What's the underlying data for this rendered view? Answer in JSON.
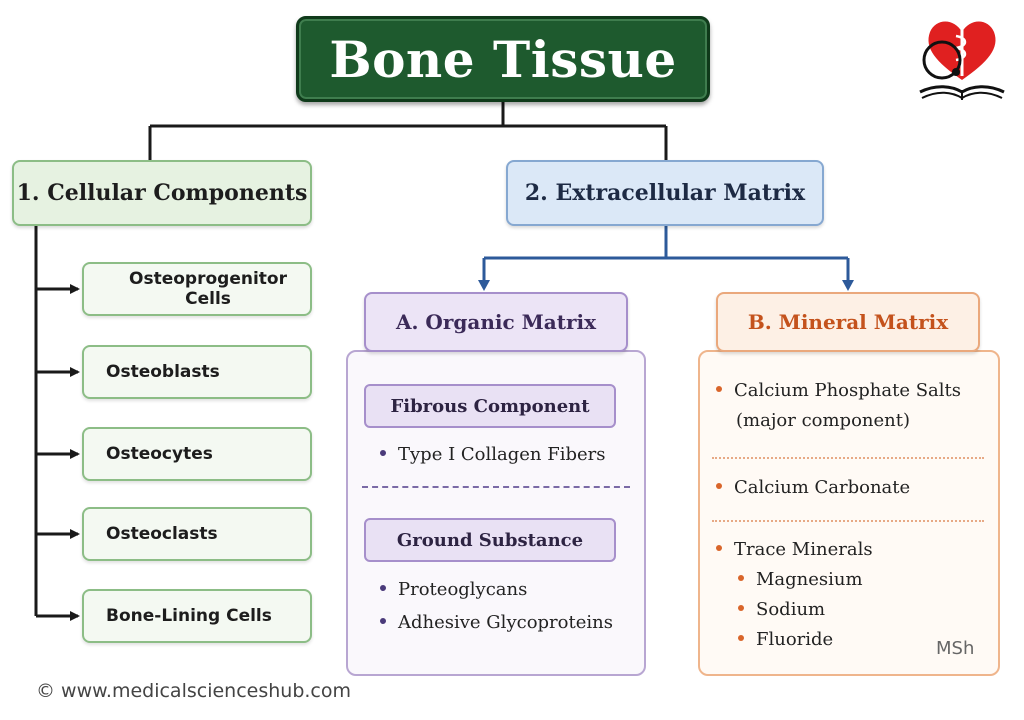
{
  "title": "Bone Tissue",
  "cellular": {
    "heading": "1. Cellular Components",
    "items": [
      "Osteoprogenitor Cells",
      "Osteoblasts",
      "Osteocytes",
      "Osteoclasts",
      "Bone-Lining Cells"
    ]
  },
  "extracellular": {
    "heading": "2. Extracellular Matrix",
    "organic": {
      "heading": "A. Organic Matrix",
      "fibrous": {
        "label": "Fibrous Component",
        "items": [
          "Type I Collagen Fibers"
        ]
      },
      "ground": {
        "label": "Ground Substance",
        "items": [
          "Proteoglycans",
          "Adhesive Glycoproteins"
        ]
      }
    },
    "mineral": {
      "heading": "B. Mineral Matrix",
      "item1_line1": "Calcium Phosphate Salts",
      "item1_line2": "(major component)",
      "item2": "Calcium Carbonate",
      "item3": "Trace Minerals",
      "sub_items": [
        "Magnesium",
        "Sodium",
        "Fluoride"
      ]
    }
  },
  "signature": "MSh",
  "footer": "© www.medicalscienceshub.com",
  "colors": {
    "title_bg": "#1e5a2e",
    "cellular_accent": "#8cbd86",
    "ecm_accent": "#86a8d1",
    "organic_accent": "#a68fcb",
    "mineral_accent": "#d9652a"
  },
  "icons": [
    "heart-stethoscope-book-logo"
  ]
}
